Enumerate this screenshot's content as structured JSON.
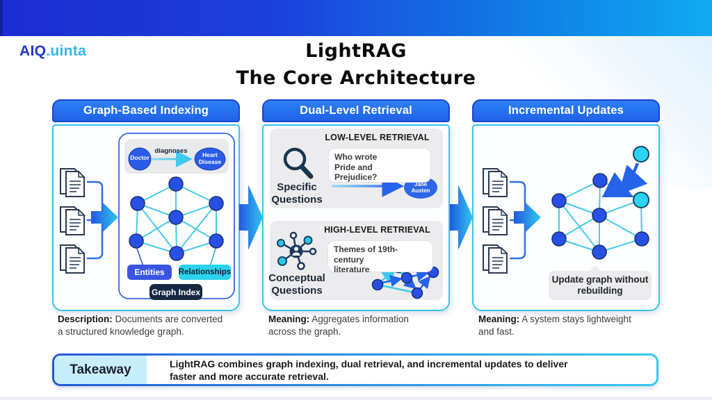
{
  "brand": {
    "logo_primary": "AIQ",
    "logo_secondary": ".uinta"
  },
  "title": {
    "line1": "LightRAG",
    "line2": "The Core Architecture"
  },
  "panels": {
    "indexing": {
      "header": "Graph-Based Indexing",
      "example": {
        "subject": "Doctor",
        "predicate": "diagnoses",
        "object": "Heart Disease"
      },
      "badges": {
        "entities": "Entities",
        "relationships": "Relationships",
        "graph_index": "Graph Index"
      },
      "caption": {
        "label": "Description:",
        "line1": " Documents are converted",
        "line2": "a structured knowledge graph."
      }
    },
    "retrieval": {
      "header": "Dual-Level Retrieval",
      "low": {
        "title": "LOW-LEVEL RETRIEVAL",
        "actor": "Specific Questions",
        "query_lines": [
          "Who wrote",
          "Pride and",
          "Prejudice?"
        ],
        "answer": "Jane Austen"
      },
      "high": {
        "title": "HIGH-LEVEL RETRIEVAL",
        "actor": "Conceptual Questions",
        "query_lines": [
          "Themes of 19th-century",
          "literature"
        ]
      },
      "caption": {
        "label": "Meaning:",
        "line1": " Aggregates information",
        "line2": "across the graph."
      }
    },
    "updates": {
      "header": "Incremental Updates",
      "tooltip_lines": [
        "Update graph without",
        "rebuilding"
      ],
      "caption": {
        "label": "Meaning:",
        "line1": " A system stays lightweight",
        "line2": "and fast."
      }
    }
  },
  "takeaway": {
    "label": "Takeaway",
    "line1": "LightRAG combines graph indexing, dual retrieval, and incremental updates to deliver",
    "line2": "faster and more accurate retrieval."
  },
  "colors": {
    "topbar_left": "#1B2CD2",
    "topbar_right": "#12AAF2",
    "header_blue": "#2573EF",
    "panel_border_cyan": "#35C4EC",
    "node_blue": "#2750E4",
    "node_cyan": "#2BD4F2",
    "edge_cyan": "#47C9EC",
    "badge_entities_bg": "#3A55E3",
    "badge_relationships_bg": "#2BD3EE",
    "badge_graph_index_bg": "#152741",
    "takeaway_label_bg": "#C9EEFB",
    "answer_bubble_bg": "#2E66E8",
    "arrow_blue": "#2563EB"
  }
}
